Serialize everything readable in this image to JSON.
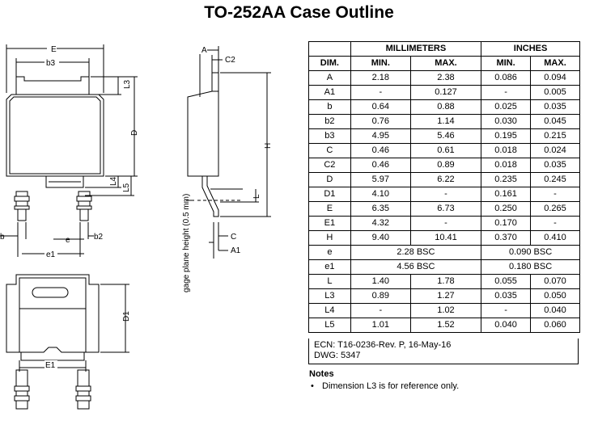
{
  "title": "TO-252AA Case Outline",
  "table": {
    "group_headers": [
      "MILLIMETERS",
      "INCHES"
    ],
    "columns": [
      "DIM.",
      "MIN.",
      "MAX.",
      "MIN.",
      "MAX."
    ],
    "rows": [
      [
        "A",
        "2.18",
        "2.38",
        "0.086",
        "0.094"
      ],
      [
        "A1",
        "-",
        "0.127",
        "-",
        "0.005"
      ],
      [
        "b",
        "0.64",
        "0.88",
        "0.025",
        "0.035"
      ],
      [
        "b2",
        "0.76",
        "1.14",
        "0.030",
        "0.045"
      ],
      [
        "b3",
        "4.95",
        "5.46",
        "0.195",
        "0.215"
      ],
      [
        "C",
        "0.46",
        "0.61",
        "0.018",
        "0.024"
      ],
      [
        "C2",
        "0.46",
        "0.89",
        "0.018",
        "0.035"
      ],
      [
        "D",
        "5.97",
        "6.22",
        "0.235",
        "0.245"
      ],
      [
        "D1",
        "4.10",
        "-",
        "0.161",
        "-"
      ],
      [
        "E",
        "6.35",
        "6.73",
        "0.250",
        "0.265"
      ],
      [
        "E1",
        "4.32",
        "-",
        "0.170",
        "-"
      ],
      [
        "H",
        "9.40",
        "10.41",
        "0.370",
        "0.410"
      ],
      [
        "e",
        "2.28 BSC",
        "0.090 BSC"
      ],
      [
        "e1",
        "4.56 BSC",
        "0.180 BSC"
      ],
      [
        "L",
        "1.40",
        "1.78",
        "0.055",
        "0.070"
      ],
      [
        "L3",
        "0.89",
        "1.27",
        "0.035",
        "0.050"
      ],
      [
        "L4",
        "-",
        "1.02",
        "-",
        "0.040"
      ],
      [
        "L5",
        "1.01",
        "1.52",
        "0.040",
        "0.060"
      ]
    ]
  },
  "ecn_line": "ECN: T16-0236-Rev. P, 16-May-16",
  "dwg_line": "DWG: 5347",
  "notes_heading": "Notes",
  "note_bullet": "•",
  "note_text": "Dimension L3 is for reference only.",
  "drawing_labels": {
    "E": "E",
    "b3": "b3",
    "L3": "L3",
    "D": "D",
    "L4": "L4",
    "L5": "L5",
    "b": "b",
    "e": "e",
    "b2": "b2",
    "e1": "e1",
    "A": "A",
    "C2": "C2",
    "H": "H",
    "L": "L",
    "C": "C",
    "A1": "A1",
    "gage": "gage plane height (0.5 mm)",
    "D1": "D1",
    "E1": "E1"
  }
}
